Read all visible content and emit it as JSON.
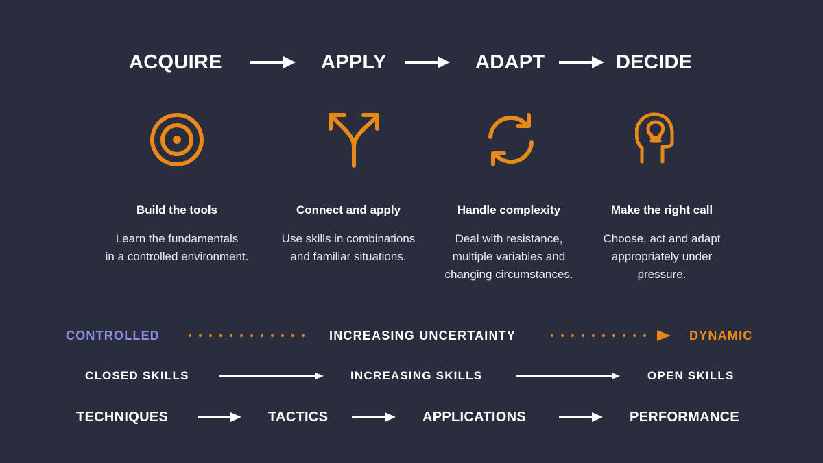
{
  "colors": {
    "background": "#2a2d3e",
    "text": "#ffffff",
    "accent_orange": "#e8891a",
    "accent_lavender": "#8b8fe0"
  },
  "stages": [
    {
      "label": "ACQUIRE",
      "icon": "target-icon",
      "title": "Build the tools",
      "desc": [
        "Learn the fundamentals",
        "in a controlled environment."
      ]
    },
    {
      "label": "APPLY",
      "icon": "split-arrow-icon",
      "title": "Connect and apply",
      "desc": [
        "Use skills in combinations",
        "and familiar situations."
      ]
    },
    {
      "label": "ADAPT",
      "icon": "refresh-icon",
      "title": "Handle complexity",
      "desc": [
        "Deal with resistance,",
        "multiple variables and",
        "changing circumstances."
      ]
    },
    {
      "label": "DECIDE",
      "icon": "head-lightbulb-icon",
      "title": "Make the right call",
      "desc": [
        "Choose, act and adapt",
        "appropriately under",
        "pressure."
      ]
    }
  ],
  "uncertainty_row": {
    "left": "CONTROLLED",
    "middle": "INCREASING UNCERTAINTY",
    "right": "DYNAMIC"
  },
  "skills_row": {
    "left": "CLOSED SKILLS",
    "middle": "INCREASING SKILLS",
    "right": "OPEN SKILLS"
  },
  "progression_row": [
    "TECHNIQUES",
    "TACTICS",
    "APPLICATIONS",
    "PERFORMANCE"
  ]
}
